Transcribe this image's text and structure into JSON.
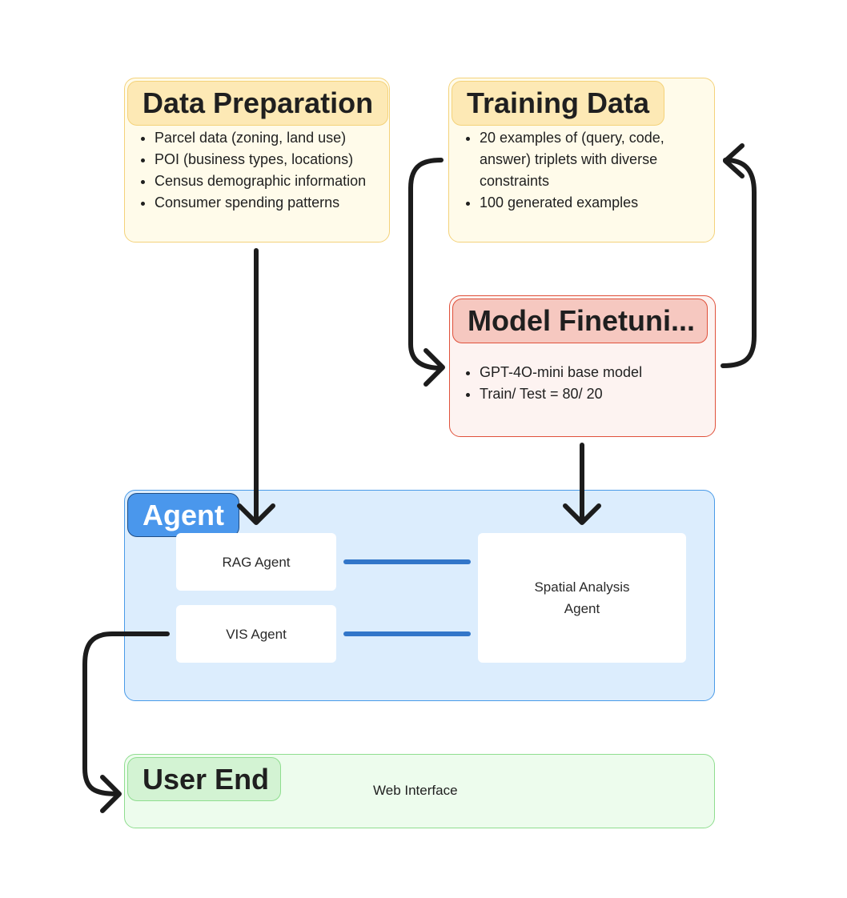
{
  "data_preparation": {
    "title": "Data Preparation",
    "items": [
      "Parcel data (zoning, land use)",
      "POI (business types, locations)",
      "Census demographic information",
      "Consumer spending patterns"
    ]
  },
  "training_data": {
    "title": "Training Data",
    "items": [
      "20 examples of (query, code, answer) triplets with diverse constraints",
      "100 generated examples"
    ]
  },
  "model_finetuning": {
    "title": "Model Finetuni...",
    "items": [
      "GPT-4O-mini base model",
      "Train/ Test = 80/ 20"
    ]
  },
  "agent": {
    "title": "Agent",
    "rag_agent": "RAG Agent",
    "vis_agent": "VIS Agent",
    "spatial_agent_line1": "Spatial Analysis",
    "spatial_agent_line2": "Agent"
  },
  "user_end": {
    "title": "User End",
    "web_interface": "Web Interface"
  },
  "colors": {
    "yellow_fill": "#fffbea",
    "yellow_border": "#f4d27a",
    "yellow_tag": "#fde9b5",
    "red_fill": "#fdf3f1",
    "red_border": "#e0513b",
    "red_tag": "#f6c8c0",
    "blue_fill": "#dcedfd",
    "blue_border": "#4a9be8",
    "blue_tag": "#4a97ec",
    "green_fill": "#edfced",
    "green_border": "#8fdd8f",
    "green_tag": "#d3f3d3",
    "connector_blue": "#3276c9",
    "arrow": "#1c1c1c"
  }
}
